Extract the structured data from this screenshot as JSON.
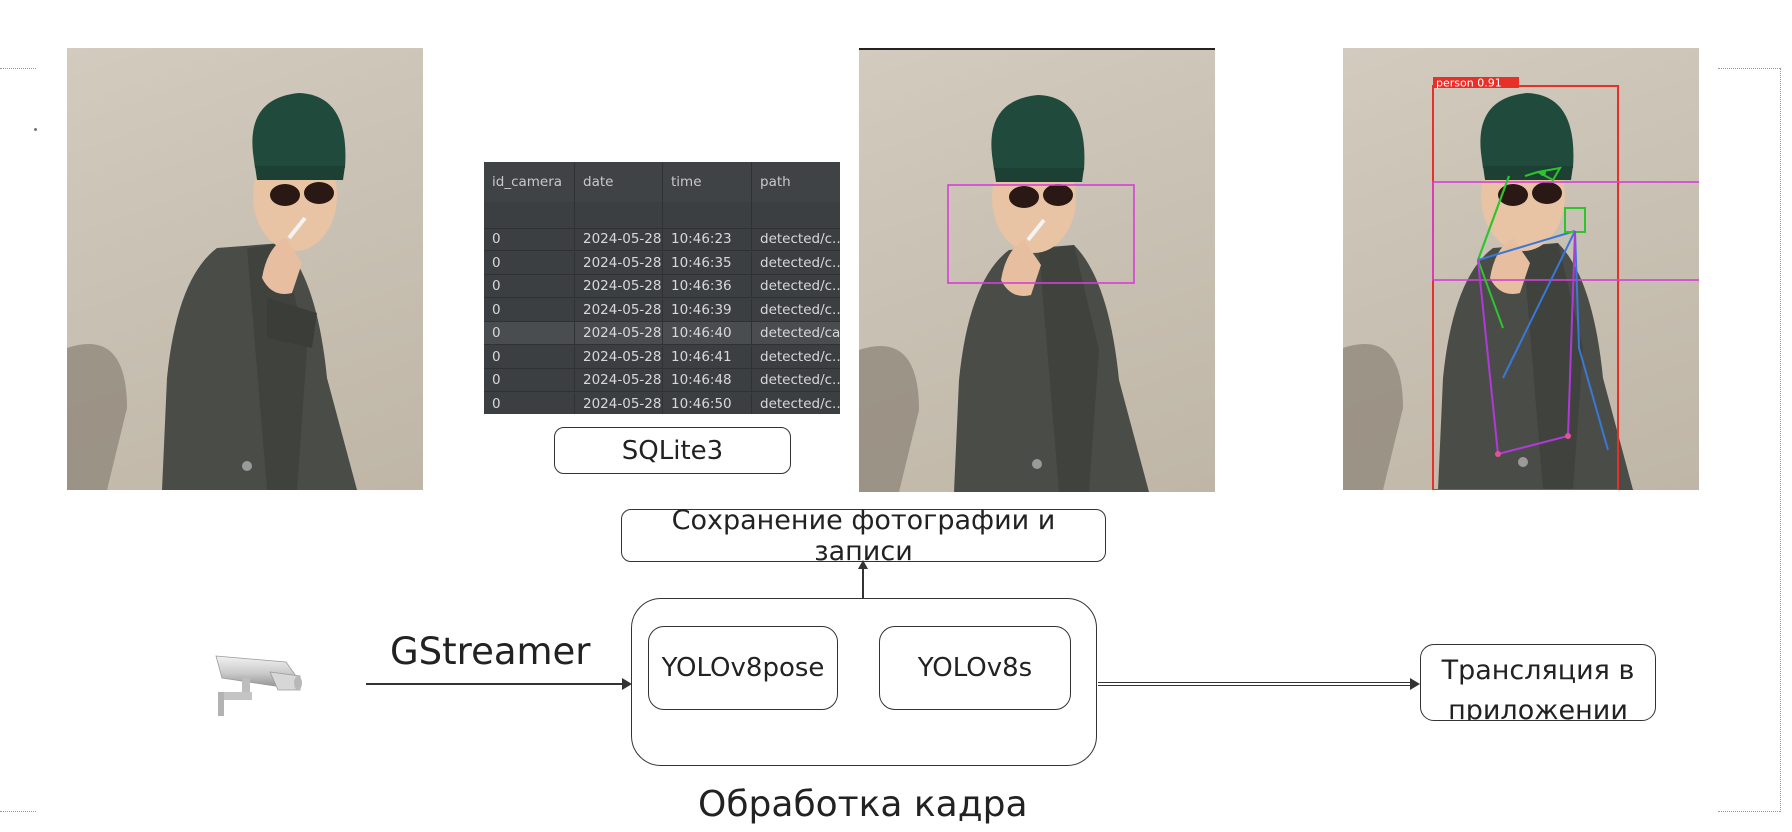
{
  "photos": [
    {
      "id": "original"
    },
    {
      "id": "yolov8s-detection"
    },
    {
      "id": "yolov8pose-detection",
      "detection_label": "person  0.91"
    }
  ],
  "database": {
    "columns": [
      "id_camera",
      "date",
      "time",
      "path"
    ],
    "rows": [
      [
        "0",
        "2024-05-28",
        "10:46:23",
        "detected/c..."
      ],
      [
        "0",
        "2024-05-28",
        "10:46:35",
        "detected/c..."
      ],
      [
        "0",
        "2024-05-28",
        "10:46:36",
        "detected/c..."
      ],
      [
        "0",
        "2024-05-28",
        "10:46:39",
        "detected/c..."
      ],
      [
        "0",
        "2024-05-28",
        "10:46:40",
        "detected/can"
      ],
      [
        "0",
        "2024-05-28",
        "10:46:41",
        "detected/c..."
      ],
      [
        "0",
        "2024-05-28",
        "10:46:48",
        "detected/c..."
      ],
      [
        "0",
        "2024-05-28",
        "10:46:50",
        "detected/c..."
      ]
    ],
    "selected_row": 4,
    "label": "SQLite3"
  },
  "flow": {
    "save_box": "Сохранение фотографии и записи",
    "transport": "GStreamer",
    "model_pose": "YOLOv8pose",
    "model_detect": "YOLOv8s",
    "processing_caption": "Обработка кадра",
    "output_box": "Трансляция в приложении",
    "camera_icon": "security-camera-icon"
  },
  "colors": {
    "bbox_magenta": "#d63fd6",
    "bbox_red": "#e8302a",
    "skeleton_green": "#2ec42e",
    "skeleton_blue": "#3a78d8",
    "skeleton_purple": "#b03ad8",
    "db_background": "#3c3f41"
  }
}
